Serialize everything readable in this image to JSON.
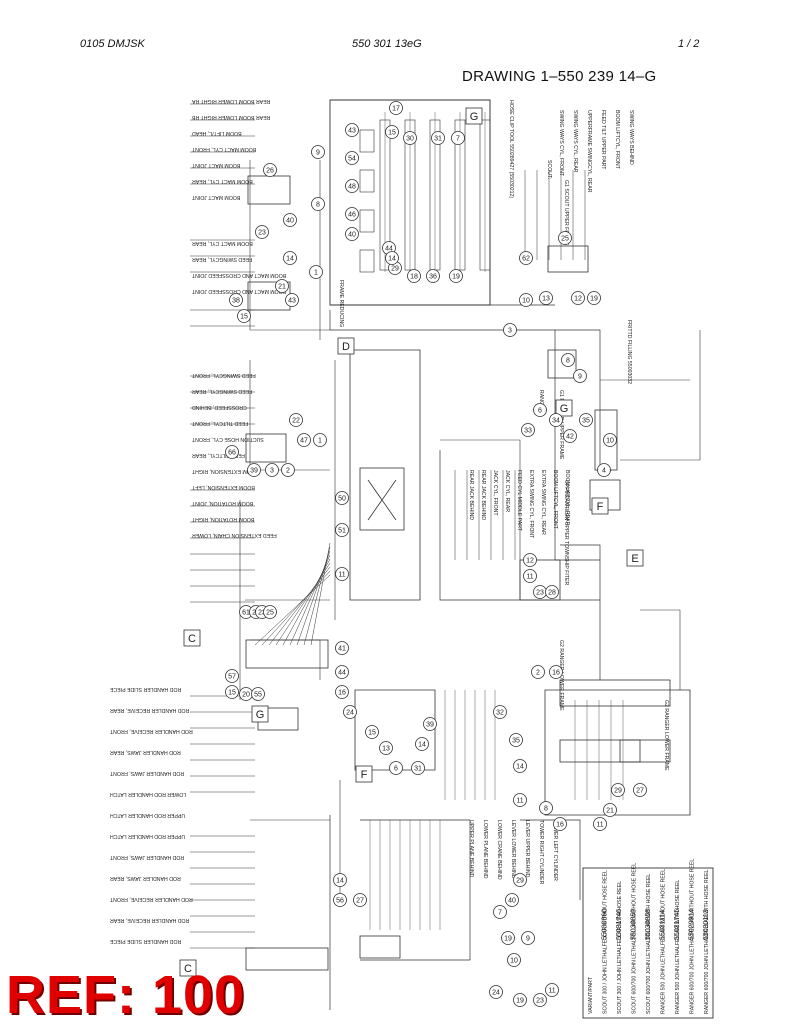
{
  "header": {
    "left": "0105 DMJSK",
    "center": "550 301 13eG",
    "right": "1 /  2"
  },
  "drawing_title": "DRAWING 1–550 239 14–G",
  "ref_stamp": "REF: 100",
  "section_letters": [
    "G",
    "D",
    "G",
    "F",
    "E",
    "C",
    "G",
    "F",
    "C"
  ],
  "labels": {
    "scout": "SCOUT:",
    "ranger": "RANGER:",
    "frame_upper_1": "G1 SCOUT UPPER FRAME",
    "frame_upper_2": "G1 RANGER UPPER FRAME",
    "frame_lower_1": "G2 RANGER LOWER FRAME",
    "frame_lower_2": "G2 RANGER LOWER FRAME",
    "hose_clip_tool": "HOSE CLIP TOOL 550289427 (55030212)",
    "frame_reducing": "FRAME REDUCING",
    "frittd_filling": "FRITTD FILLING 55003032",
    "uppermeantilen": "UPPMEANTILEN UPPER TOWNSHIP FITER"
  },
  "rows_vertical_left_top": [
    "REAR BOOM LOWER RIGHT RA",
    "REAR BOOM LOWER RIGHT RB",
    "BOOM LIFT/L, HEAD",
    "BOOM MACT CYL, FRONT",
    "BOOM MACT JOINT",
    "BOOM MACT CYL, REAR",
    "BOOM MACT JOINT"
  ],
  "rows_vertical_left_mid": [
    "BOOM MACT CYL, REAR",
    "FEED SWINGCYL, REAR",
    "BOOM MACT AND CROSSFEED JOINT",
    "BOOM MACT AND CROSSFEED JOINT"
  ],
  "rows_vertical_left_lower": [
    "FEED SWINGCYL, FRONT",
    "FEED SWINGCYL, REAR",
    "CROSSFEED, BEHIND",
    "FEED TILTCYL, FRONT",
    "SUCTION HOSE CYL, FRONT",
    "FEED TILTCYL, REAR",
    "BOOM EXTENSION, RIGHT",
    "BOOM EXTENSION, LEFT",
    "BOOM ROTATION, JOINT",
    "BOOM ROTATION, RIGHT",
    "FEED EXTENSION CHAIN, LOWER"
  ],
  "rows_vertical_left_bottom": [
    "ROD HANDLER SLIDE PIECE",
    "ROD HANDLER RECEIVE, REAR",
    "ROD HANDLER RECEIVE, FRONT",
    "ROD HANDLER JAWS, REAR",
    "ROD HANDLER JAWS, FRONT",
    "LOWER ROD HANDLER LATCH",
    "UPPER ROD HANDLER LATCH",
    "UPPER ROD HANDLER LATCH",
    "ROD HANDLER JAWS, FRONT",
    "ROD HANDLER JAWS, REAR",
    "ROD HANDLER RECEIVE, FRONT",
    "ROD HANDLER RECEIVE, REAR",
    "ROD HANDLER SLIDE PIECE"
  ],
  "rows_vertical_center": [
    "REAR JACK BEHIND",
    "REAR JACK BEHIND",
    "JACK CYL, FRONT",
    "JACK CYL, REAR",
    "FEED CYL MIDDLE PART",
    "EXTRA SWING CYL, FRONT",
    "EXTRA SWING CYL, REAR",
    "BOOM LIFTCYL, FRONT",
    "BOOM LIFTCYL, REAR"
  ],
  "rows_vertical_right": [
    "SWING WAYS CYL, FRONT",
    "SWING WAYS CYL, REAR",
    "UPPERFRAME SWINGCYL, REAR",
    "FEED TILT UPPER PART",
    "BOOM LIFTCYL, FRONT",
    "SWING WAYS BEHIND"
  ],
  "rows_vertical_bottom_center": [
    "UPPER PLANE BEHIND",
    "LOWER PLANE BEHIND",
    "LOWER CRANE BEHIND",
    "LEVER LOWER BEHIND",
    "LEVER UPPER BEHIND",
    "TOWER RIGHT CYLINDER",
    "TOWER LEFT CYLINDER"
  ],
  "variant_table": {
    "header": "VARIANT/PART",
    "rows": [
      {
        "variant": "SCOUT 300 / JOHN LETHALFELLAR WITHOUT HOSE REEL",
        "part": "55030860"
      },
      {
        "variant": "SCOUT 300 / JOHN LETHALFELLAR WITH HOSE REEL",
        "part": "55031746"
      },
      {
        "variant": "SCOUT 600/700 JOHN LETHALFELLAR WITHOUT HOSE REEL",
        "part": "55030859"
      },
      {
        "variant": "SCOUT 600/700 JOHN LETHALFELLAR WITH HOSE REEL",
        "part": "55030858"
      },
      {
        "variant": "RANGER 500 JOHN LETHALFELLAR WITHOUT HOSE REEL",
        "part": "55031114"
      },
      {
        "variant": "RANGER 500 JOHN LETHALFELLAR WITH HOSE REEL",
        "part": "55031745"
      },
      {
        "variant": "RANGER 600/700 JOHN LETHALFELLAR WITHOUT HOSE REEL",
        "part": "55029914"
      },
      {
        "variant": "RANGER 600/700 JOHN LETHALFELLAR WITH HOSE REEL",
        "part": "55030113"
      }
    ]
  },
  "bubble_numbers": [
    "9",
    "8",
    "17",
    "15",
    "43",
    "54",
    "48",
    "46",
    "40",
    "44",
    "29",
    "18",
    "36",
    "19",
    "14",
    "30",
    "31",
    "7",
    "26",
    "40",
    "23",
    "14",
    "21",
    "43",
    "38",
    "15",
    "1",
    "10",
    "13",
    "12",
    "19",
    "25",
    "62",
    "39",
    "3",
    "2",
    "66",
    "22",
    "47",
    "1",
    "3",
    "8",
    "9",
    "6",
    "33",
    "34",
    "35",
    "42",
    "4",
    "10",
    "50",
    "51",
    "11",
    "41",
    "44",
    "16",
    "24",
    "57",
    "15",
    "61",
    "20",
    "23",
    "25",
    "20",
    "55",
    "12",
    "11",
    "23",
    "28",
    "2",
    "16",
    "32",
    "35",
    "14",
    "11",
    "8",
    "16",
    "11",
    "21",
    "29",
    "27",
    "15",
    "13",
    "6",
    "31",
    "14",
    "39",
    "29",
    "40",
    "7",
    "19",
    "9",
    "10",
    "19",
    "23",
    "11",
    "24",
    "14",
    "56",
    "27"
  ]
}
